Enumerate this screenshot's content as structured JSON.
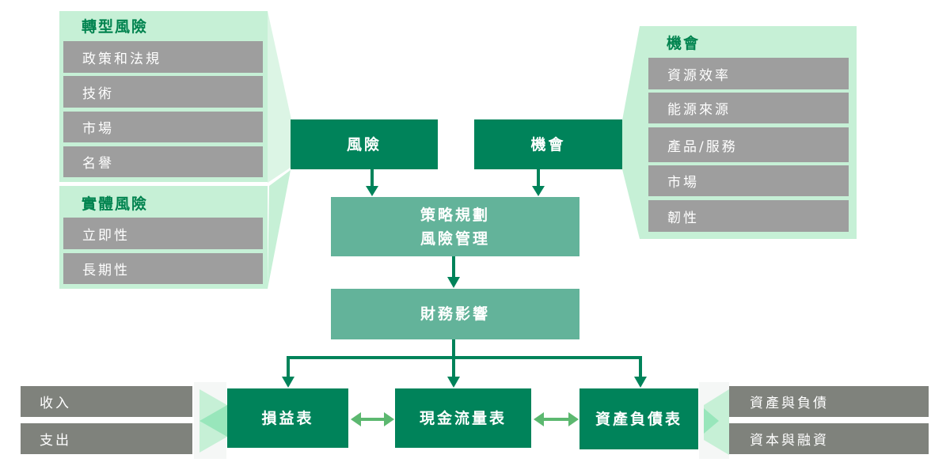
{
  "transition_risk": {
    "title": "轉型風險",
    "items": [
      "政策和法規",
      "技術",
      "市場",
      "名譽"
    ]
  },
  "physical_risk": {
    "title": "實體風險",
    "items": [
      "立即性",
      "長期性"
    ]
  },
  "opportunity_panel": {
    "title": "機會",
    "items": [
      "資源效率",
      "能源來源",
      "產品/服務",
      "市場",
      "韌性"
    ]
  },
  "nodes": {
    "risk": "風險",
    "opportunity": "機會",
    "strategy_line1": "策略規劃",
    "strategy_line2": "風險管理",
    "financial_impact": "財務影響",
    "income_statement": "損益表",
    "cash_flow": "現金流量表",
    "balance_sheet": "資產負債表"
  },
  "income_items": [
    "收入",
    "支出"
  ],
  "balance_items": [
    "資產與負債",
    "資本與融資"
  ],
  "colors": {
    "dark_green": "#00835a",
    "mid_green": "#63b39a",
    "light_green": "#c6f0d6",
    "arrow_green": "#5cb870",
    "gray_item": "#9e9e9e",
    "dark_gray_item": "#7f827c",
    "title_green": "#00834f"
  }
}
